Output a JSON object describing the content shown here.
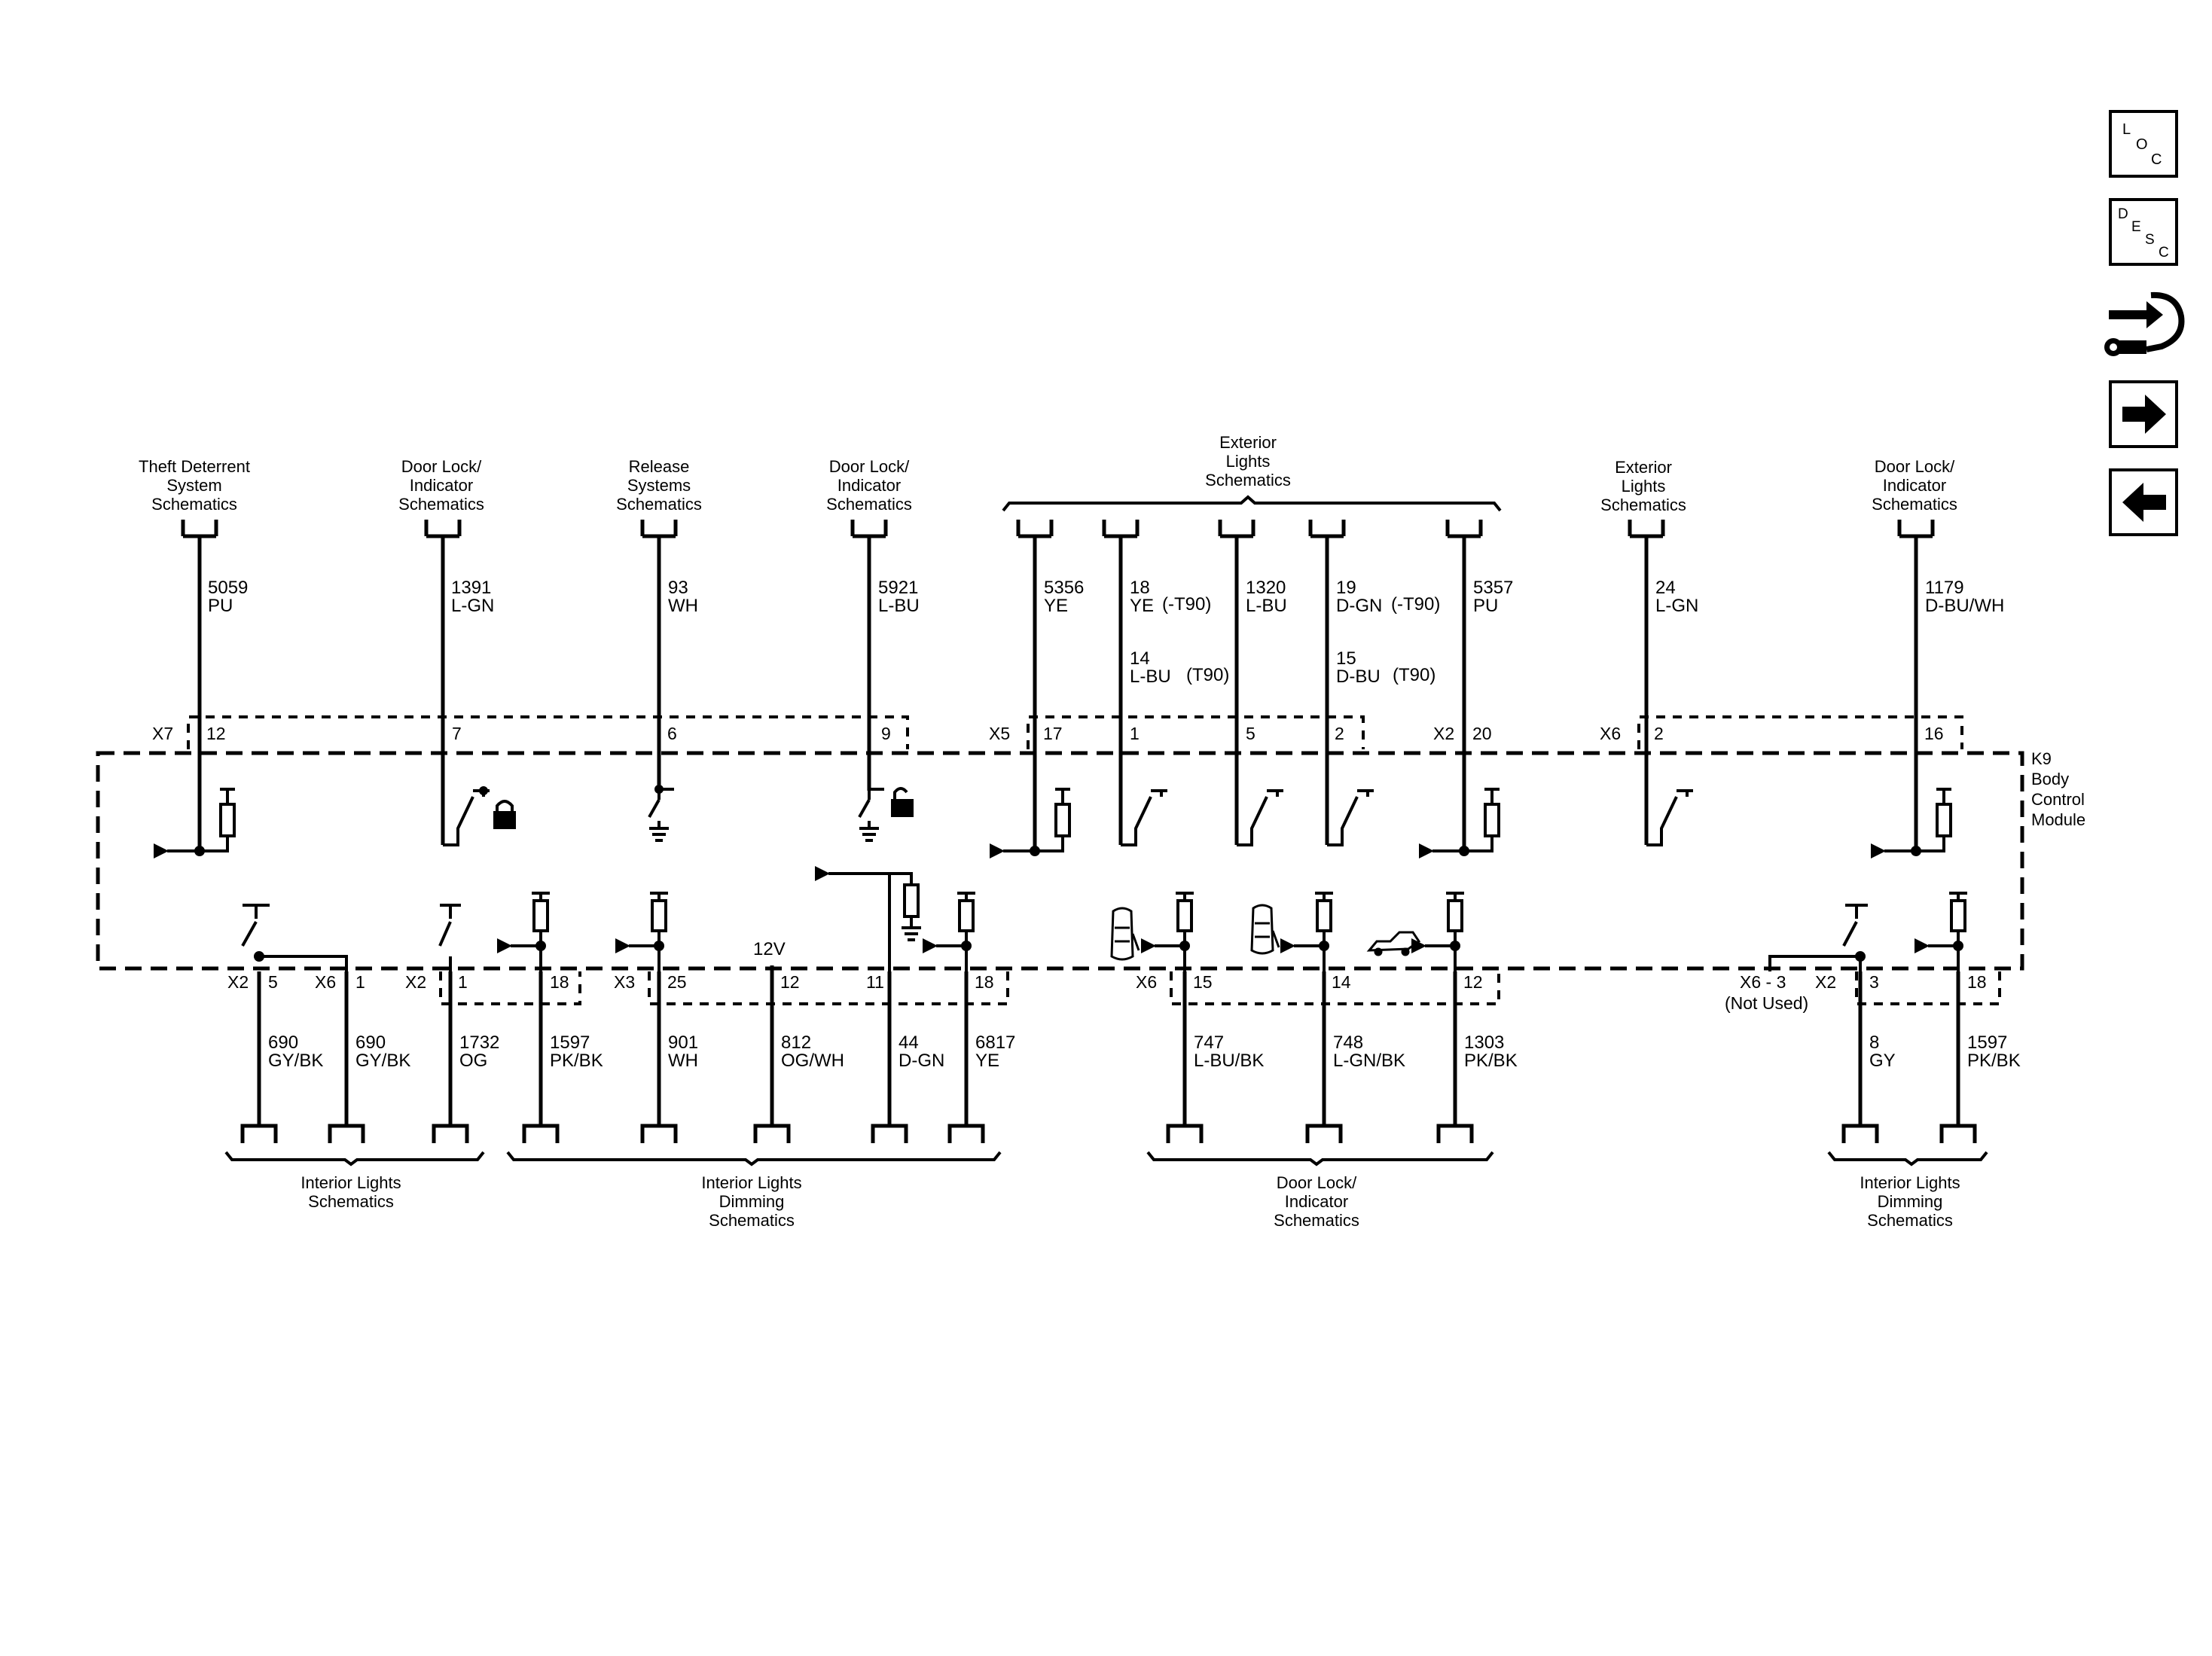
{
  "nav": {
    "loc": {
      "l1": "L",
      "l2": "O",
      "l3": "C"
    },
    "desc": {
      "l1": "D",
      "l2": "E",
      "l3": "S",
      "l4": "C"
    },
    "tools_icon": "connector-tools-icon",
    "next_icon": "arrow-right-icon",
    "prev_icon": "arrow-left-icon"
  },
  "module": {
    "line1": "K9",
    "line2": "Body",
    "line3": "Control",
    "line4": "Module"
  },
  "top_destinations": [
    {
      "lines": [
        "Theft Deterrent",
        "System",
        "Schematics"
      ]
    },
    {
      "lines": [
        "Door Lock/",
        "Indicator",
        "Schematics"
      ]
    },
    {
      "lines": [
        "Release",
        "Systems",
        "Schematics"
      ]
    },
    {
      "lines": [
        "Door Lock/",
        "Indicator",
        "Schematics"
      ]
    },
    {
      "lines": [
        "Exterior",
        "Lights",
        "Schematics"
      ]
    },
    {
      "lines": [
        "Exterior",
        "Lights",
        "Schematics"
      ]
    },
    {
      "lines": [
        "Door Lock/",
        "Indicator",
        "Schematics"
      ]
    }
  ],
  "top_connectors": [
    {
      "name": "X7",
      "pins": [
        "12",
        "7",
        "6",
        "9"
      ]
    },
    {
      "name": "X5",
      "pins": [
        "17",
        "1",
        "5",
        "2"
      ]
    },
    {
      "name": "X2",
      "pins": [
        "20"
      ]
    },
    {
      "name": "X6",
      "pins": [
        "2",
        "16"
      ]
    }
  ],
  "top_wires": [
    {
      "circuit": "5059",
      "color": "PU"
    },
    {
      "circuit": "1391",
      "color": "L-GN"
    },
    {
      "circuit": "93",
      "color": "WH"
    },
    {
      "circuit": "5921",
      "color": "L-BU"
    },
    {
      "circuit": "5356",
      "color": "YE"
    },
    {
      "circuit": "18",
      "color": "YE",
      "option": "(-T90)",
      "alt_circuit": "14",
      "alt_color": "L-BU",
      "alt_option": "(T90)"
    },
    {
      "circuit": "1320",
      "color": "L-BU"
    },
    {
      "circuit": "19",
      "color": "D-GN",
      "option": "(-T90)",
      "alt_circuit": "15",
      "alt_color": "D-BU",
      "alt_option": "(T90)"
    },
    {
      "circuit": "5357",
      "color": "PU"
    },
    {
      "circuit": "24",
      "color": "L-GN"
    },
    {
      "circuit": "1179",
      "color": "D-BU/WH"
    }
  ],
  "bottom_connectors": [
    {
      "name": "X2",
      "pins": [
        "5"
      ]
    },
    {
      "name": "X6",
      "pins": [
        "1"
      ]
    },
    {
      "name": "X2",
      "pins": [
        "1",
        "18"
      ]
    },
    {
      "name": "X3",
      "pins": [
        "25",
        "12",
        "11",
        "18"
      ]
    },
    {
      "name": "X6",
      "pins": [
        "15",
        "14",
        "12"
      ]
    },
    {
      "name": "X6 - 3",
      "note": "(Not Used)"
    },
    {
      "name": "X2",
      "pins": [
        "3",
        "18"
      ]
    }
  ],
  "supply_label": "12V",
  "bottom_wires": [
    {
      "circuit": "690",
      "color": "GY/BK"
    },
    {
      "circuit": "690",
      "color": "GY/BK"
    },
    {
      "circuit": "1732",
      "color": "OG"
    },
    {
      "circuit": "1597",
      "color": "PK/BK"
    },
    {
      "circuit": "901",
      "color": "WH"
    },
    {
      "circuit": "812",
      "color": "OG/WH"
    },
    {
      "circuit": "44",
      "color": "D-GN"
    },
    {
      "circuit": "6817",
      "color": "YE"
    },
    {
      "circuit": "747",
      "color": "L-BU/BK"
    },
    {
      "circuit": "748",
      "color": "L-GN/BK"
    },
    {
      "circuit": "1303",
      "color": "PK/BK"
    },
    {
      "circuit": "8",
      "color": "GY"
    },
    {
      "circuit": "1597",
      "color": "PK/BK"
    }
  ],
  "bottom_destinations": [
    {
      "lines": [
        "Interior Lights",
        "Schematics"
      ]
    },
    {
      "lines": [
        "Interior Lights",
        "Dimming",
        "Schematics"
      ]
    },
    {
      "lines": [
        "Door Lock/",
        "Indicator",
        "Schematics"
      ]
    },
    {
      "lines": [
        "Interior Lights",
        "Dimming",
        "Schematics"
      ]
    }
  ],
  "symbols": {
    "lock_icon": "lock-icon",
    "unlock_icon": "unlock-icon",
    "ground_icon": "ground-icon",
    "door_icon": "door-open-icon",
    "trunk_icon": "trunk-open-icon",
    "resistor_icon": "pullup-resistor-icon",
    "switch_icon": "switch-icon"
  }
}
